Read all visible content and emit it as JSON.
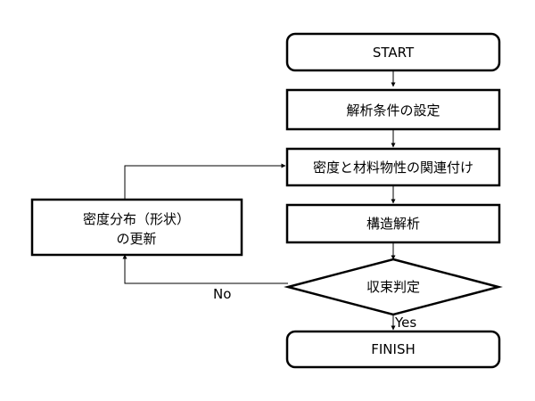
{
  "nodes": {
    "start": "START",
    "setup": "解析条件の設定",
    "link": "密度と材料物性の関連付け",
    "analysis": "構造解析",
    "decision": "収束判定",
    "finish": "FINISH",
    "update_line1": "密度分布（形状）",
    "update_line2": "の更新"
  },
  "edges": {
    "yes_label": "Yes",
    "no_label": "No"
  }
}
